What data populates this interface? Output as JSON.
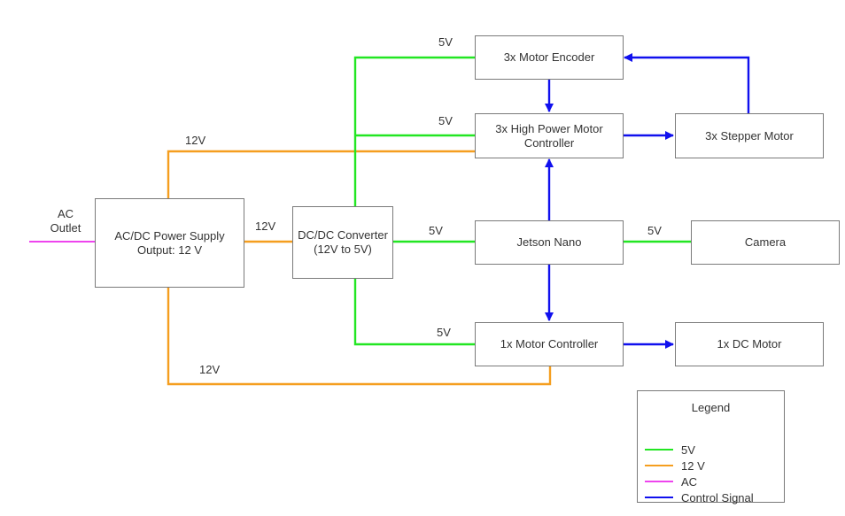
{
  "colors": {
    "v5": "#22e622",
    "v12": "#f59e1f",
    "ac": "#ee44ee",
    "control": "#1010ee",
    "box_border": "#7a7a7a",
    "text": "#333333"
  },
  "blocks": {
    "acdc": "AC/DC Power Supply\nOutput: 12 V",
    "dcdc": "DC/DC Converter\n(12V to 5V)",
    "encoder": "3x Motor Encoder",
    "hp_controller": "3x High Power Motor\nController",
    "stepper": "3x Stepper Motor",
    "jetson": "Jetson Nano",
    "camera": "Camera",
    "motor_controller": "1x Motor Controller",
    "dc_motor": "1x DC Motor"
  },
  "labels": {
    "ac_outlet": "AC\nOutlet",
    "acdc_to_dcdc": "12V",
    "top_12v": "12V",
    "bottom_12v": "12V",
    "encoder_5v": "5V",
    "hp_controller_5v": "5V",
    "jetson_5v": "5V",
    "camera_5v": "5V",
    "motor_controller_5v": "5V"
  },
  "connections": [
    {
      "from": "AC Outlet",
      "to": "AC/DC Power Supply",
      "type": "AC"
    },
    {
      "from": "AC/DC Power Supply",
      "to": "DC/DC Converter",
      "type": "12 V",
      "label": "12V"
    },
    {
      "from": "AC/DC Power Supply",
      "to": "3x High Power Motor Controller",
      "type": "12 V",
      "label": "12V"
    },
    {
      "from": "AC/DC Power Supply",
      "to": "1x Motor Controller",
      "type": "12 V",
      "label": "12V"
    },
    {
      "from": "DC/DC Converter",
      "to": "3x Motor Encoder",
      "type": "5V",
      "label": "5V"
    },
    {
      "from": "DC/DC Converter",
      "to": "3x High Power Motor Controller",
      "type": "5V",
      "label": "5V"
    },
    {
      "from": "DC/DC Converter",
      "to": "Jetson Nano",
      "type": "5V",
      "label": "5V"
    },
    {
      "from": "DC/DC Converter",
      "to": "1x Motor Controller",
      "type": "5V",
      "label": "5V"
    },
    {
      "from": "Jetson Nano",
      "to": "Camera",
      "type": "5V",
      "label": "5V"
    },
    {
      "from": "Jetson Nano",
      "to": "3x High Power Motor Controller",
      "type": "Control Signal"
    },
    {
      "from": "Jetson Nano",
      "to": "1x Motor Controller",
      "type": "Control Signal"
    },
    {
      "from": "3x Motor Encoder",
      "to": "3x High Power Motor Controller",
      "type": "Control Signal"
    },
    {
      "from": "3x High Power Motor Controller",
      "to": "3x Stepper Motor",
      "type": "Control Signal"
    },
    {
      "from": "3x Stepper Motor",
      "to": "3x Motor Encoder",
      "type": "Control Signal"
    },
    {
      "from": "1x Motor Controller",
      "to": "1x DC Motor",
      "type": "Control Signal"
    }
  ],
  "legend": {
    "title": "Legend",
    "items": [
      {
        "label": "5V",
        "color": "#22e622"
      },
      {
        "label": "12 V",
        "color": "#f59e1f"
      },
      {
        "label": "AC",
        "color": "#ee44ee"
      },
      {
        "label": "Control Signal",
        "color": "#1010ee"
      }
    ]
  }
}
